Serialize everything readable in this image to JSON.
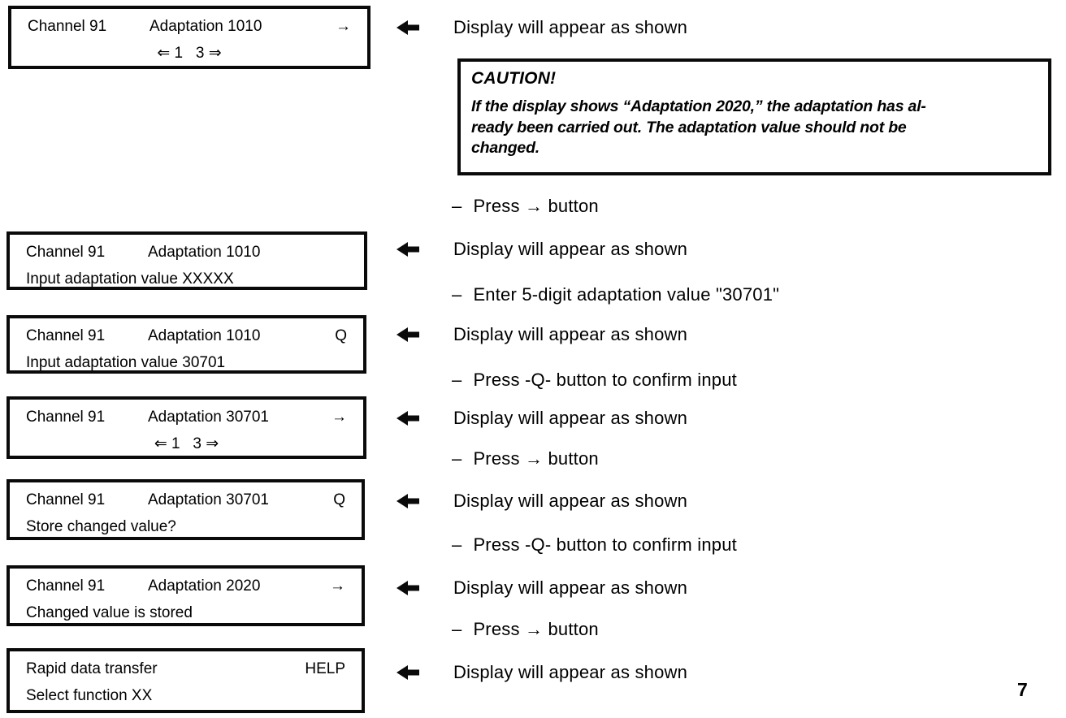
{
  "ui": {
    "dash": "–",
    "callout_arrow_icon": "left-solid-arrow"
  },
  "caution": {
    "title": "CAUTION!",
    "body": "If the display shows “Adaptation 2020,” the adaptation has al-\nready been carried out.  The adaptation value should not be\nchanged."
  },
  "rows": [
    {
      "display": {
        "left": "Channel 91",
        "mid": "Adaptation 1010",
        "right": "→",
        "line2": "⇐ 1   3 ⇒"
      },
      "note": "Display will appear as shown",
      "instruction": "Press → button"
    },
    {
      "display": {
        "left": "Channel 91",
        "mid": "Adaptation 1010",
        "right": "",
        "line2": "Input adaptation value XXXXX"
      },
      "note": "Display will appear as shown",
      "instruction": "Enter 5-digit adaptation value \"30701\""
    },
    {
      "display": {
        "left": "Channel 91",
        "mid": "Adaptation 1010",
        "right": "Q",
        "line2": "Input adaptation value 30701"
      },
      "note": "Display will appear as shown",
      "instruction": "Press -Q- button to confirm input"
    },
    {
      "display": {
        "left": "Channel 91",
        "mid": "Adaptation 30701",
        "right": "→",
        "line2": "⇐ 1   3 ⇒"
      },
      "note": "Display will appear as shown",
      "instruction": "Press → button"
    },
    {
      "display": {
        "left": "Channel 91",
        "mid": "Adaptation 30701",
        "right": "Q",
        "line2": "Store changed value?"
      },
      "note": "Display will appear as shown",
      "instruction": "Press -Q- button to confirm input"
    },
    {
      "display": {
        "left": "Channel 91",
        "mid": "Adaptation 2020",
        "right": "→",
        "line2": "Changed value is stored"
      },
      "note": "Display will appear as shown",
      "instruction": "Press → button"
    },
    {
      "display": {
        "left": "Rapid data transfer",
        "mid": "",
        "right": "HELP",
        "line2": "Select function XX"
      },
      "note": "Display will appear as shown",
      "instruction": ""
    }
  ],
  "page": {
    "number": "7"
  }
}
